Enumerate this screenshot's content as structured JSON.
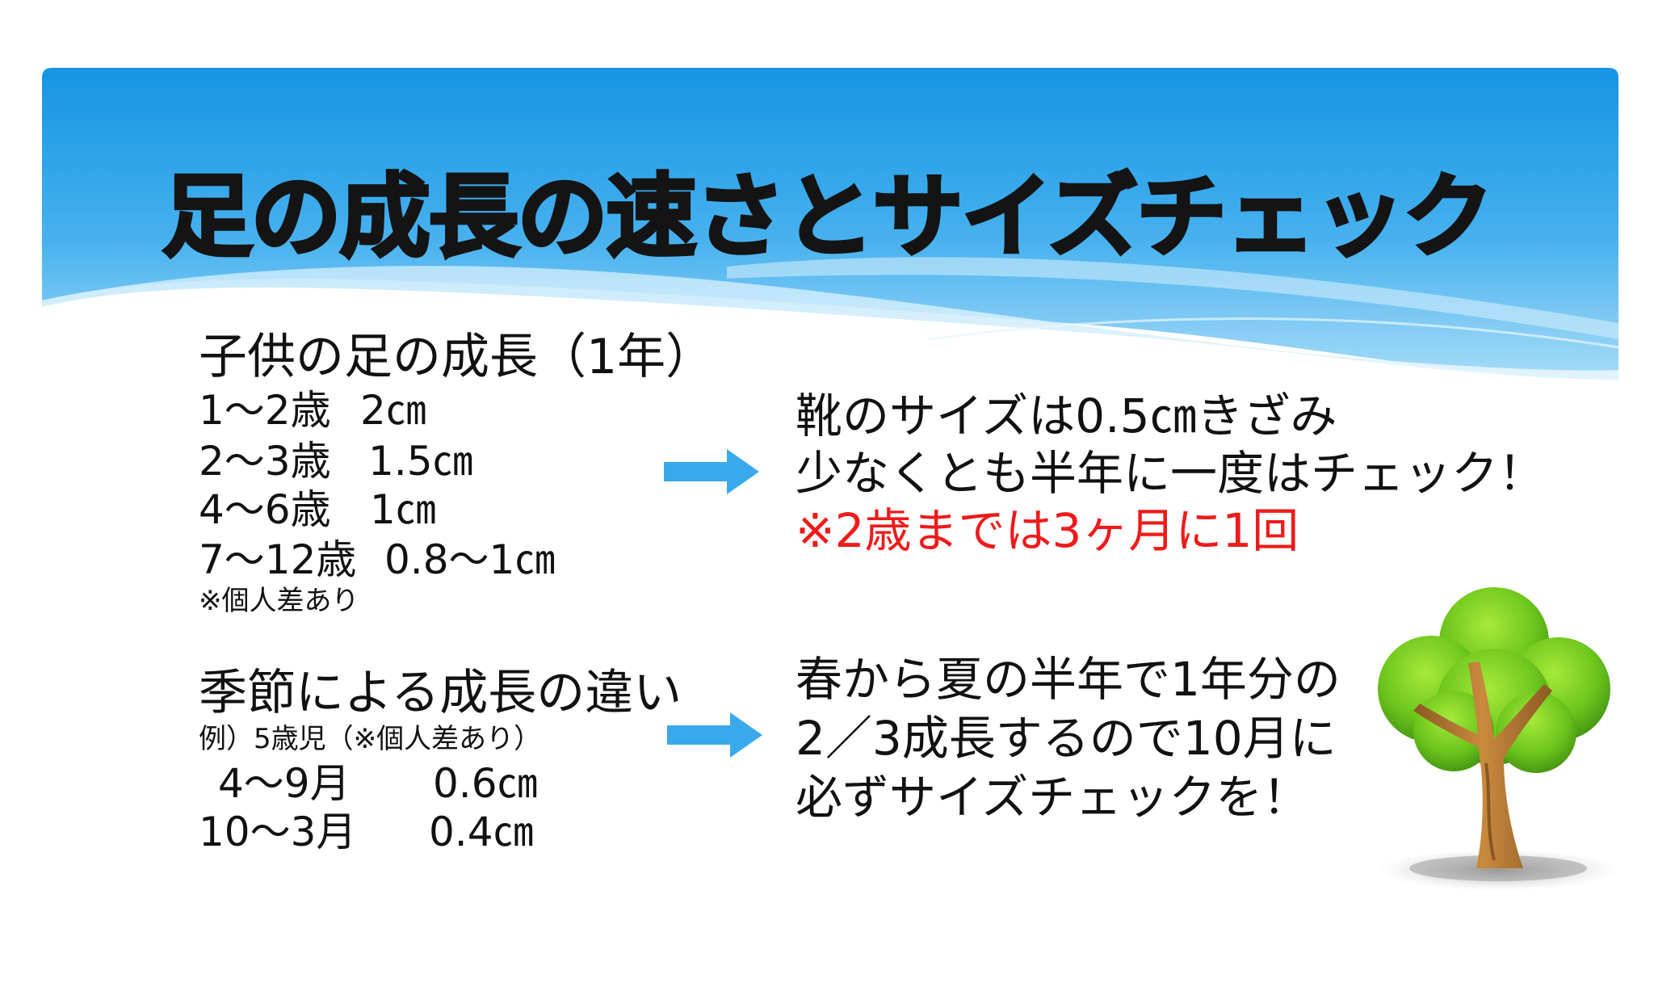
{
  "title": "足の成長の速さとサイズチェック",
  "growth": {
    "heading": "子供の足の成長（1年）",
    "rows": [
      {
        "age": "1〜2歳",
        "value": "2㎝"
      },
      {
        "age": "2〜3歳",
        "value": "1.5㎝"
      },
      {
        "age": "4〜6歳",
        "value": "1㎝"
      },
      {
        "age": "7〜12歳",
        "value": "0.8〜1㎝"
      }
    ],
    "note": "※個人差あり"
  },
  "season": {
    "heading": "季節による成長の違い",
    "example": "例）5歳児（※個人差あり）",
    "rows": [
      {
        "period": "4〜9月",
        "value": "0.6㎝"
      },
      {
        "period": "10〜3月",
        "value": "0.4㎝"
      }
    ]
  },
  "advice1": {
    "line1": "靴のサイズは0.5㎝きざみ",
    "line2": "少なくとも半年に一度はチェック！",
    "line3": "※2歳までは3ヶ月に1回"
  },
  "advice2": {
    "line1": "春から夏の半年で1年分の",
    "line2": "2／3成長するので10月に",
    "line3": "必ずサイズチェックを！"
  },
  "icons": {
    "arrow1": "right-arrow-icon",
    "arrow2": "right-arrow-icon",
    "tree": "tree-illustration"
  },
  "colors": {
    "banner": "#1a9be6",
    "arrow": "#3aa9ec",
    "highlight": "#ee1b1b"
  }
}
